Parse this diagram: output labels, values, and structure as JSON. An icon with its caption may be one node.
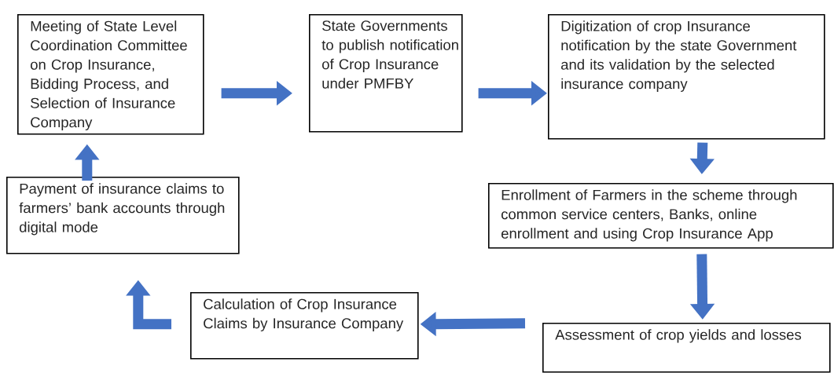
{
  "diagram": {
    "nodes": [
      {
        "text": [
          "Meeting of State Level Coordination Committee on Crop Insurance, Bidding Process, and Selection of Insurance Company"
        ]
      },
      {
        "text": [
          "State Governments to publish notification of Crop Insurance under PMFBY"
        ]
      },
      {
        "text": [
          "Digitization of crop Insurance notification by the state Government and its validation by the selected insurance company"
        ]
      },
      {
        "text": [
          "Enrollment of Farmers in the scheme through common service centers, Banks, online enrollment and using Crop Insurance App"
        ]
      },
      {
        "text": [
          "Assessment of crop yields and losses"
        ]
      },
      {
        "text": [
          "Calculation of Crop Insurance Claims by Insurance Company"
        ]
      },
      {
        "text": [
          "Payment of insurance claims to farmers’ bank accounts through digital mode"
        ]
      }
    ],
    "edges": [
      {
        "from": 0,
        "to": 1,
        "arrow": "to"
      },
      {
        "from": 1,
        "to": 2,
        "arrow": "to"
      },
      {
        "from": 2,
        "to": 3,
        "arrow": "to"
      },
      {
        "from": 3,
        "to": 4,
        "arrow": "to"
      },
      {
        "from": 4,
        "to": 5,
        "arrow": "to"
      },
      {
        "from": 5,
        "to": 6,
        "arrow": "to"
      },
      {
        "from": 6,
        "to": 0,
        "arrow": "to"
      }
    ]
  }
}
